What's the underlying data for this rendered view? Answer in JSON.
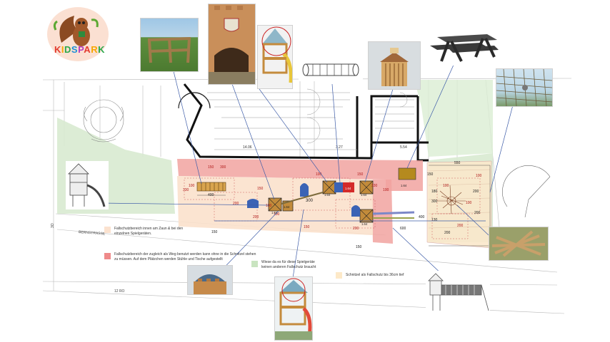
{
  "logo": {
    "text": "KIDSPARK",
    "colors": [
      "#e33b2e",
      "#f7a600",
      "#2aa84a",
      "#1d8fd6",
      "#b43cc0",
      "#e33b2e",
      "#f7a600",
      "#2aa84a"
    ]
  },
  "plan": {
    "street_label": "BERNSTRASSE",
    "street_side_labels": [
      "12 RO",
      "3O"
    ],
    "room_labels": [
      "14.06",
      "5.54",
      "3.27"
    ],
    "dimensions": [
      "150",
      "300",
      "100",
      "400",
      "330",
      "200",
      "150",
      "100",
      "100",
      "300",
      "150",
      "100",
      "150",
      "200",
      "100",
      "330",
      "600",
      "400",
      "550",
      "180",
      "100",
      "300",
      "200",
      "130",
      "200",
      "200",
      "100",
      "200",
      "150",
      "100",
      "200",
      "150",
      "150"
    ],
    "equipment_labels": [
      "1.64",
      "1.64",
      "1.64",
      "1.64",
      "1.64",
      "1.64",
      "1.64"
    ]
  },
  "legend": {
    "items": [
      {
        "color": "#fbe2cf",
        "text": "Fallschutzbereich innen am Zaun & bei den einzelnen Spielgeräten."
      },
      {
        "color": "#ef8a8a",
        "text": "Fallschutzbereich der zugleich als Weg benutzt werden kann ohne in die Schnitzel stehen zu müssen. Auf dem Plätzchen werden Stühle und Tische aufgestellt"
      },
      {
        "color": "#c9e4c0",
        "text": "Wiese da es für diese Spielgeräte keinen anderen Fallschutz braucht"
      },
      {
        "color": "#fde9c8",
        "text": "Schnitzel als Fallschutz bis 36cm tief"
      }
    ]
  },
  "photos": [
    {
      "name": "wooden-climbing-frame-photo"
    },
    {
      "name": "wooden-castle-tunnel-photo"
    },
    {
      "name": "tower-with-slide-photo"
    },
    {
      "name": "tunnel-slide-drawing"
    },
    {
      "name": "wooden-gazebo-tower-photo"
    },
    {
      "name": "picnic-table-photo"
    },
    {
      "name": "rope-net-photo"
    },
    {
      "name": "tower-with-slide-drawing"
    },
    {
      "name": "log-pile-photo"
    },
    {
      "name": "castle-roof-photo"
    },
    {
      "name": "tower-with-slide-photo-bottom"
    },
    {
      "name": "climbing-wall-drawing"
    }
  ]
}
